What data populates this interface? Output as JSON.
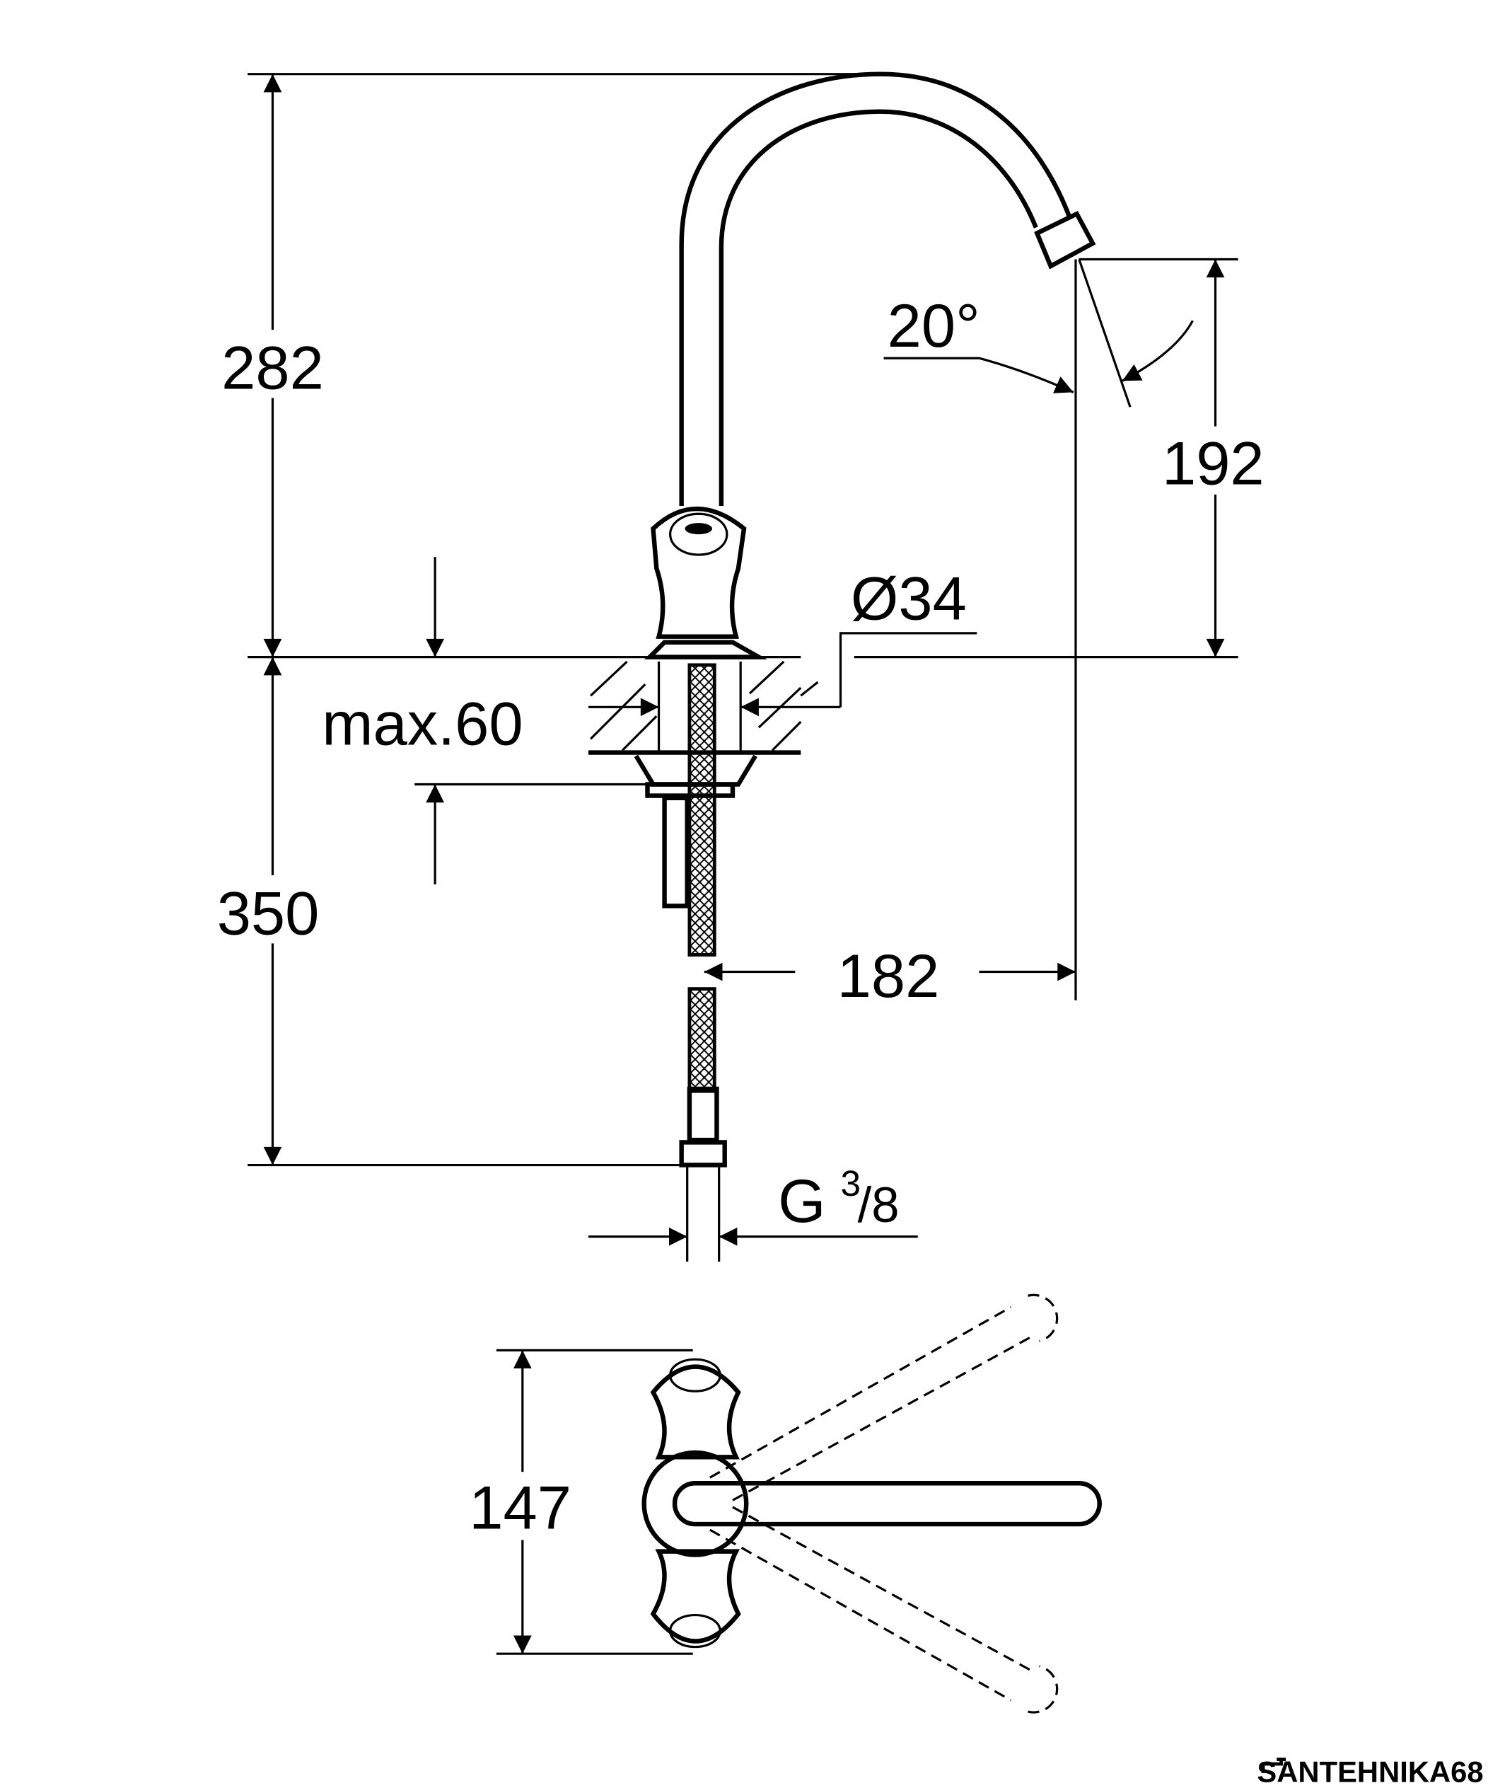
{
  "drawing": {
    "dimensions": {
      "height_spout": "282",
      "height_below_deck": "350",
      "deck_thickness": "max.60",
      "hole_diameter": "Ø34",
      "spout_height": "192",
      "spout_angle": "20°",
      "spout_reach": "182",
      "connection_prefix": "G",
      "connection_num": "3",
      "connection_den": "/8",
      "top_view_width": "147"
    },
    "watermark": "SANTEHNIKA68"
  }
}
